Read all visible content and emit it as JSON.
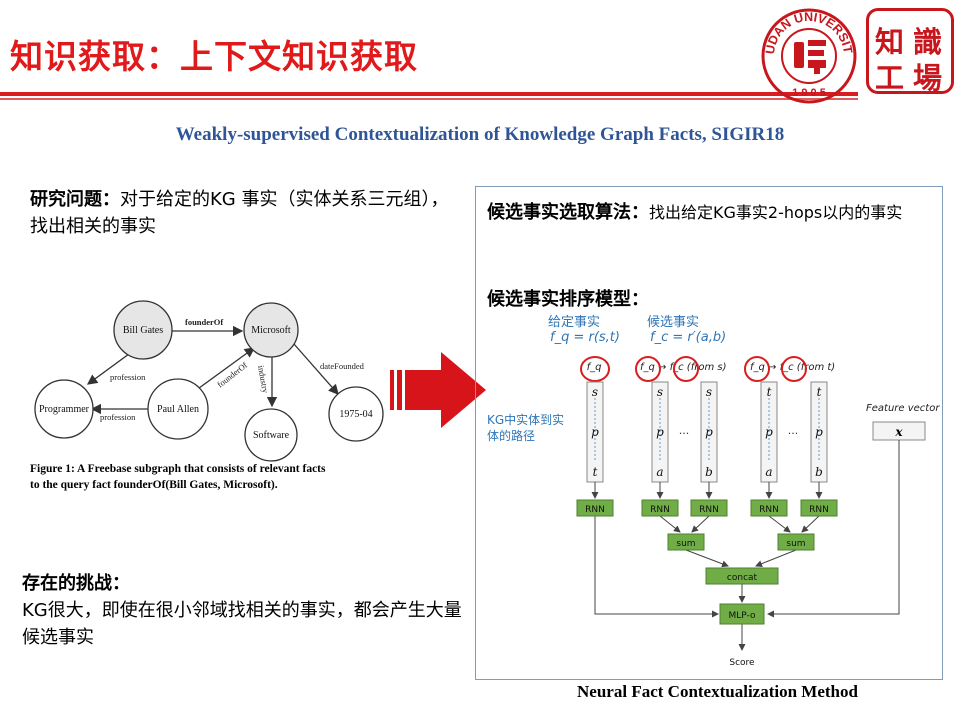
{
  "title": "知识获取：上下文知识获取",
  "paper_reference": "Weakly-supervised Contextualization of Knowledge Graph Facts, SIGIR18",
  "research_question": {
    "label": "研究问题：",
    "text": "对于给定的KG 事实（实体关系三元组），找出相关的事实"
  },
  "challenge": {
    "label": "存在的挑战：",
    "text": "KG很大，即使在很小邻域找相关的事实，都会产生大量候选事实"
  },
  "kg_figure": {
    "nodes": {
      "bill_gates": "Bill Gates",
      "microsoft": "Microsoft",
      "programmer": "Programmer",
      "paul_allen": "Paul Allen",
      "software": "Software",
      "year": "1975-04"
    },
    "edges": {
      "founder_of": "founderOf",
      "profession1": "profession",
      "profession2": "profession",
      "founder_of2": "founderOf",
      "industry": "industry",
      "date_founded": "dateFounded"
    },
    "caption_lines": [
      "Figure 1: A Freebase subgraph that consists of relevant facts",
      "to the query fact founderOf(Bill Gates, Microsoft)."
    ]
  },
  "candidate_selection": {
    "label": "候选事实选取算法：",
    "text": "找出给定KG事实2-hops以内的事实"
  },
  "ranking_model": {
    "label": "候选事实排序模型：",
    "given_fact_label": "给定事实",
    "candidate_fact_label": "候选事实",
    "given_formula": "f_q = r(s,t)",
    "candidate_formula": "f_c = r′(a,b)",
    "path_note": "KG中实体到实体的路径"
  },
  "network_diagram": {
    "fq_label": "f_q",
    "col2_label": "f_q → f_c (from s)",
    "col3_label": "f_q → f_c (from t)",
    "feature_vector_label": "Feature vector",
    "feature_x": "x",
    "rnn": "RNN",
    "sum": "sum",
    "concat": "concat",
    "mlp": "MLP-o",
    "score": "Score",
    "ellipsis": "...",
    "path1": [
      "s",
      "p",
      "t"
    ],
    "path2a": [
      "s",
      "p",
      "a"
    ],
    "path2b": [
      "s",
      "p",
      "b"
    ],
    "path3a": [
      "t",
      "p",
      "a"
    ],
    "path3b": [
      "t",
      "p",
      "b"
    ]
  },
  "neural_caption": "Neural Fact Contextualization  Method",
  "logos": {
    "university_text": "FUDAN UNIVERSITY",
    "year": "1 9 0 5",
    "lab_chars": [
      "知",
      "識",
      "工",
      "場"
    ]
  },
  "colors": {
    "title_red": "#e01a1a",
    "rule_red": "#d81e1e",
    "reference_blue": "#2f5597",
    "green_box": "#70ad47",
    "arrow_red": "#d8141b",
    "annotation_blue": "#2e75b6",
    "logo_red": "#c8161d"
  }
}
